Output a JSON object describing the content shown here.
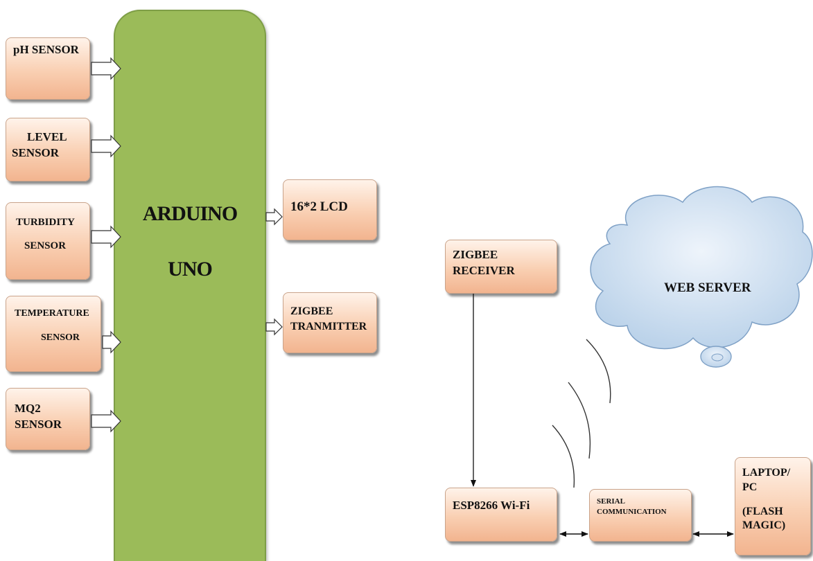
{
  "controller": {
    "line1": "ARDUINO",
    "line2": "UNO"
  },
  "sensors": [
    {
      "lines": [
        "pH SENSOR"
      ]
    },
    {
      "lines": [
        "LEVEL",
        "SENSOR"
      ]
    },
    {
      "lines": [
        "TURBIDITY",
        "SENSOR"
      ]
    },
    {
      "lines": [
        "TEMPERATURE",
        "SENSOR"
      ]
    },
    {
      "lines": [
        "MQ2",
        "SENSOR"
      ]
    }
  ],
  "outputs": {
    "lcd": "16*2 LCD",
    "zigbee_tx": [
      "ZIGBEE",
      "TRANMITTER"
    ]
  },
  "receiver_side": {
    "zigbee_rx": [
      "ZIGBEE",
      "RECEIVER"
    ],
    "esp": "ESP8266 Wi-Fi",
    "serial": [
      "SERIAL",
      "COMMUNICATION"
    ],
    "laptop": [
      "LAPTOP/",
      "PC",
      "",
      "(FLASH",
      "MAGIC)"
    ]
  },
  "cloud": {
    "label": "WEB SERVER"
  },
  "colors": {
    "controller_fill": "#9bbb59",
    "block_fill": "#f9cfb2",
    "cloud_fill": "#c9dcf0"
  }
}
